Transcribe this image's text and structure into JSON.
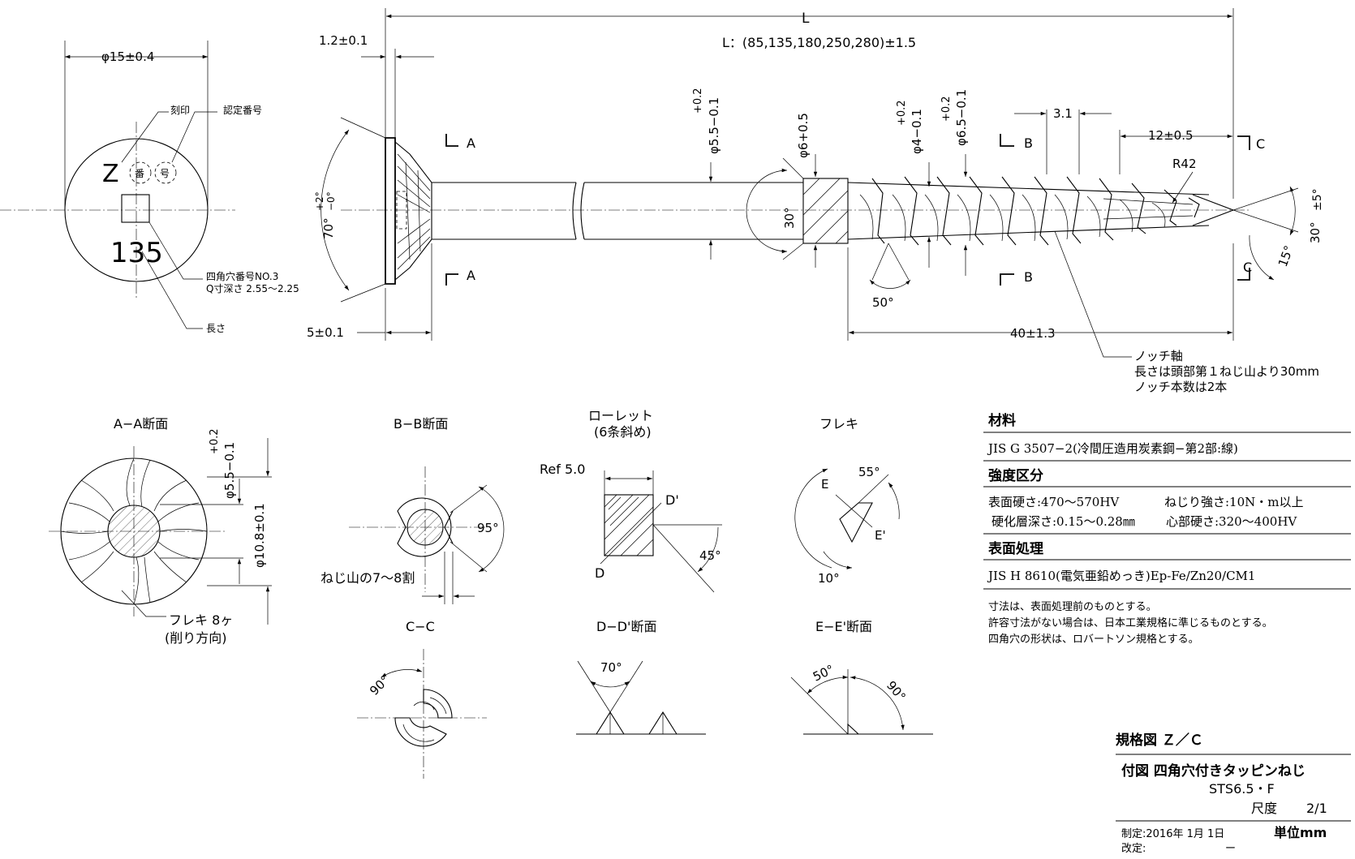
{
  "head_view": {
    "diameter": "φ15±0.4",
    "leader_stamp": "刻印",
    "leader_cert": "認定番号",
    "letter": "Z",
    "circle1": "番",
    "circle2": "号",
    "length_mark": "135",
    "socket_note_1": "四角穴番号NO.3",
    "socket_note_2": "Q寸深さ 2.55〜2.25",
    "length_leader": "長さ"
  },
  "main_view": {
    "L": "L",
    "L_values": "L：(85,135,180,250,280)±1.5",
    "head_thickness": "1.2±0.1",
    "head_angle": "70°",
    "angle_plus": "+2°",
    "angle_minus": "−0°",
    "head_length": "5±0.1",
    "section_A": "A",
    "section_B": "B",
    "section_C": "C",
    "shank_tol_plus": "+0.2",
    "shank_dia": "φ5.5−0.1",
    "knurl_dia": "φ6+0.5",
    "knurl_angle": "30°",
    "root_tol_plus": "+0.2",
    "root_dia": "φ4−0.1",
    "major_tol_plus": "+0.2",
    "major_dia": "φ6.5−0.1",
    "pitch": "3.1",
    "point_len": "12±0.5",
    "radius": "R42",
    "point_angle": "30°",
    "point_tol": "±5°",
    "slot_angle": "15°",
    "thread_angle": "50°",
    "thread_len": "40±1.3",
    "notch_1": "ノッチ軸",
    "notch_2": "長さは頭部第１ねじ山より30mm",
    "notch_3": "ノッチ本数は2本"
  },
  "views": {
    "aa_title": "A−A断面",
    "aa_tol_plus": "+0.2",
    "aa_shank": "φ5.5−0.1",
    "aa_flange": "φ10.8±0.1",
    "aa_note_1": "フレキ 8ヶ",
    "aa_note_2": "(削り方向)",
    "bb_title": "B−B断面",
    "bb_angle": "95°",
    "bb_note": "ねじ山の7〜8割",
    "knurl_title_1": "ローレット",
    "knurl_title_2": "(6条斜め)",
    "knurl_ref": "Ref 5.0",
    "knurl_d1": "D'",
    "knurl_d": "D",
    "knurl_angle": "45°",
    "fleki_title": "フレキ",
    "fleki_angle": "55°",
    "fleki_e": "E",
    "fleki_e1": "E'",
    "fleki_bottom": "10°",
    "cc_title": "C−C",
    "cc_angle": "90°",
    "dd_title": "D−D'断面",
    "dd_angle": "70°",
    "ee_title": "E−E'断面",
    "ee_angle1": "50°",
    "ee_angle2": "90°"
  },
  "specs": {
    "material_title": "材料",
    "material": "JIS G 3507−2(冷間圧造用炭素鋼−第2部:線)",
    "strength_title": "強度区分",
    "hardness": "表面硬さ:470〜570HV",
    "torsion": "ねじり強さ:10N・m以上",
    "case_depth": "硬化層深さ:0.15〜0.28㎜",
    "core_hardness": "心部硬さ:320〜400HV",
    "surface_title": "表面処理",
    "surface": "JIS H 8610(電気亜鉛めっき)Ep-Fe/Zn20/CM1",
    "note_1": "寸法は、表面処理前のものとする。",
    "note_2": "許容寸法がない場合は、日本工業規格に準じるものとする。",
    "note_3": "四角穴の形状は、ロバートソン規格とする。"
  },
  "title_block": {
    "standard": "規格図 Ｚ／Ｃ",
    "title": "付図 四角穴付きタッピンねじ",
    "model": "STS6.5・F",
    "scale_label": "尺度",
    "scale": "2/1",
    "made": "制定:2016年 1月 1日",
    "revised": "改定:",
    "revised_val": "ー",
    "unit": "単位mm"
  }
}
